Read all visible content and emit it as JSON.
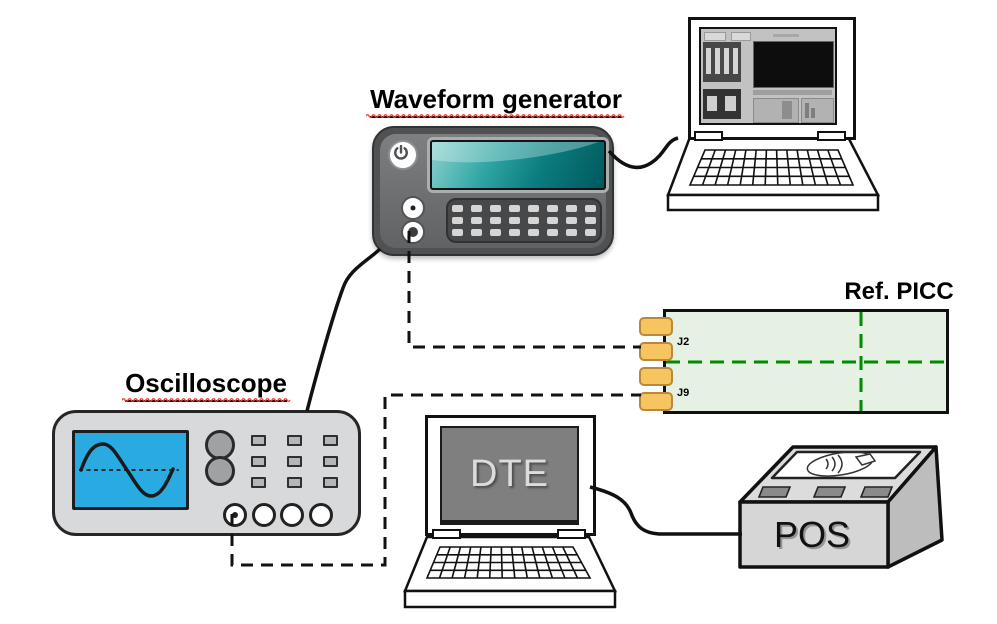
{
  "titles": {
    "waveform_generator": "Waveform generator",
    "oscilloscope": "Oscilloscope",
    "ref_picc": "Ref. PICC"
  },
  "ref_picc": {
    "connector_labels": {
      "j2": "J2",
      "j9": "J9"
    },
    "board_color": "#e4f1e3",
    "crosshair_color": "#008b00",
    "connector_fill": "#f6c55f",
    "connector_border": "#b9883b"
  },
  "dte_laptop": {
    "screen_label": "DTE"
  },
  "pos_terminal": {
    "label": "POS"
  },
  "waveform_generator": {
    "screen_color": "#0c7d80",
    "body_color": "#4f5153"
  },
  "oscilloscope_device": {
    "screen_color": "#29abe2"
  },
  "decorations": {
    "spellcheck_squiggle_color": "#ff3b30",
    "cable_color": "#111111"
  },
  "connections": [
    {
      "from": "waveform-generator-output-bnc",
      "to": "ref-picc-j2",
      "style": "dashed"
    },
    {
      "from": "oscilloscope-bnc-1",
      "to": "ref-picc-j9",
      "style": "dashed"
    },
    {
      "from": "waveform-generator",
      "to": "oscilloscope",
      "style": "solid-cable"
    },
    {
      "from": "waveform-generator",
      "to": "control-laptop",
      "style": "solid-cable"
    },
    {
      "from": "dte-laptop",
      "to": "pos-terminal",
      "style": "solid-cable"
    }
  ]
}
